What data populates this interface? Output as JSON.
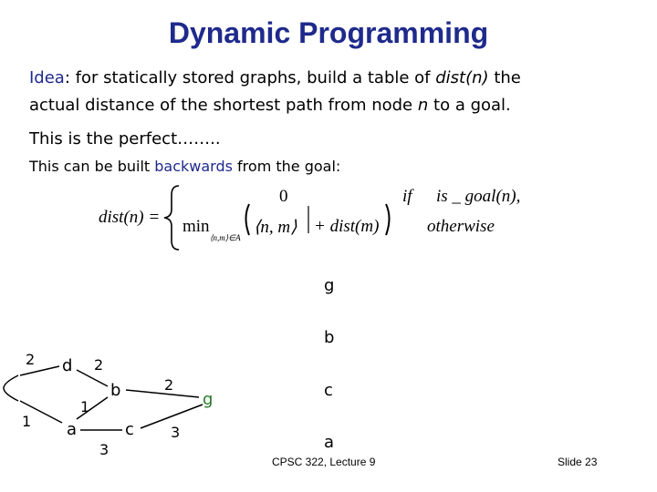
{
  "slide": {
    "title": "Dynamic Programming",
    "idea_label": "Idea",
    "idea_rest_1": ": for statically stored graphs, build a table of",
    "idea_term": "dist(n)",
    "idea_rest_2": "the",
    "line2_a": "actual distance of the shortest path from node",
    "line2_var": "n",
    "line2_b": "to a goal.",
    "perfect": "This is the perfect……..",
    "built_a": "This can be built",
    "built_b": "backwards",
    "built_c": "from the goal:"
  },
  "formula": {
    "lhs": "dist(n) =",
    "case1_value": "0",
    "case1_cond_if": "if",
    "case1_cond": "is _ goal(n),",
    "case2_min": "min",
    "case2_sub": "⟨n,m⟩∈A",
    "case2_pair": "⟨n, m⟩",
    "case2_plus": "+ dist(m)",
    "case2_cond": "otherwise"
  },
  "table_labels": [
    "g",
    "b",
    "c",
    "a"
  ],
  "graph": {
    "nodes": [
      {
        "id": "d",
        "label": "d"
      },
      {
        "id": "b",
        "label": "b"
      },
      {
        "id": "g",
        "label": "g"
      },
      {
        "id": "a",
        "label": "a"
      },
      {
        "id": "c",
        "label": "c"
      }
    ],
    "edge_weights": {
      "left_top": "2",
      "left_bottom": "1",
      "d_b": "2",
      "a_b": "1",
      "b_g": "2",
      "a_c": "3",
      "c_g": "3"
    }
  },
  "footer": {
    "course": "CPSC 322, Lecture 9",
    "slide_no": "Slide 23"
  }
}
